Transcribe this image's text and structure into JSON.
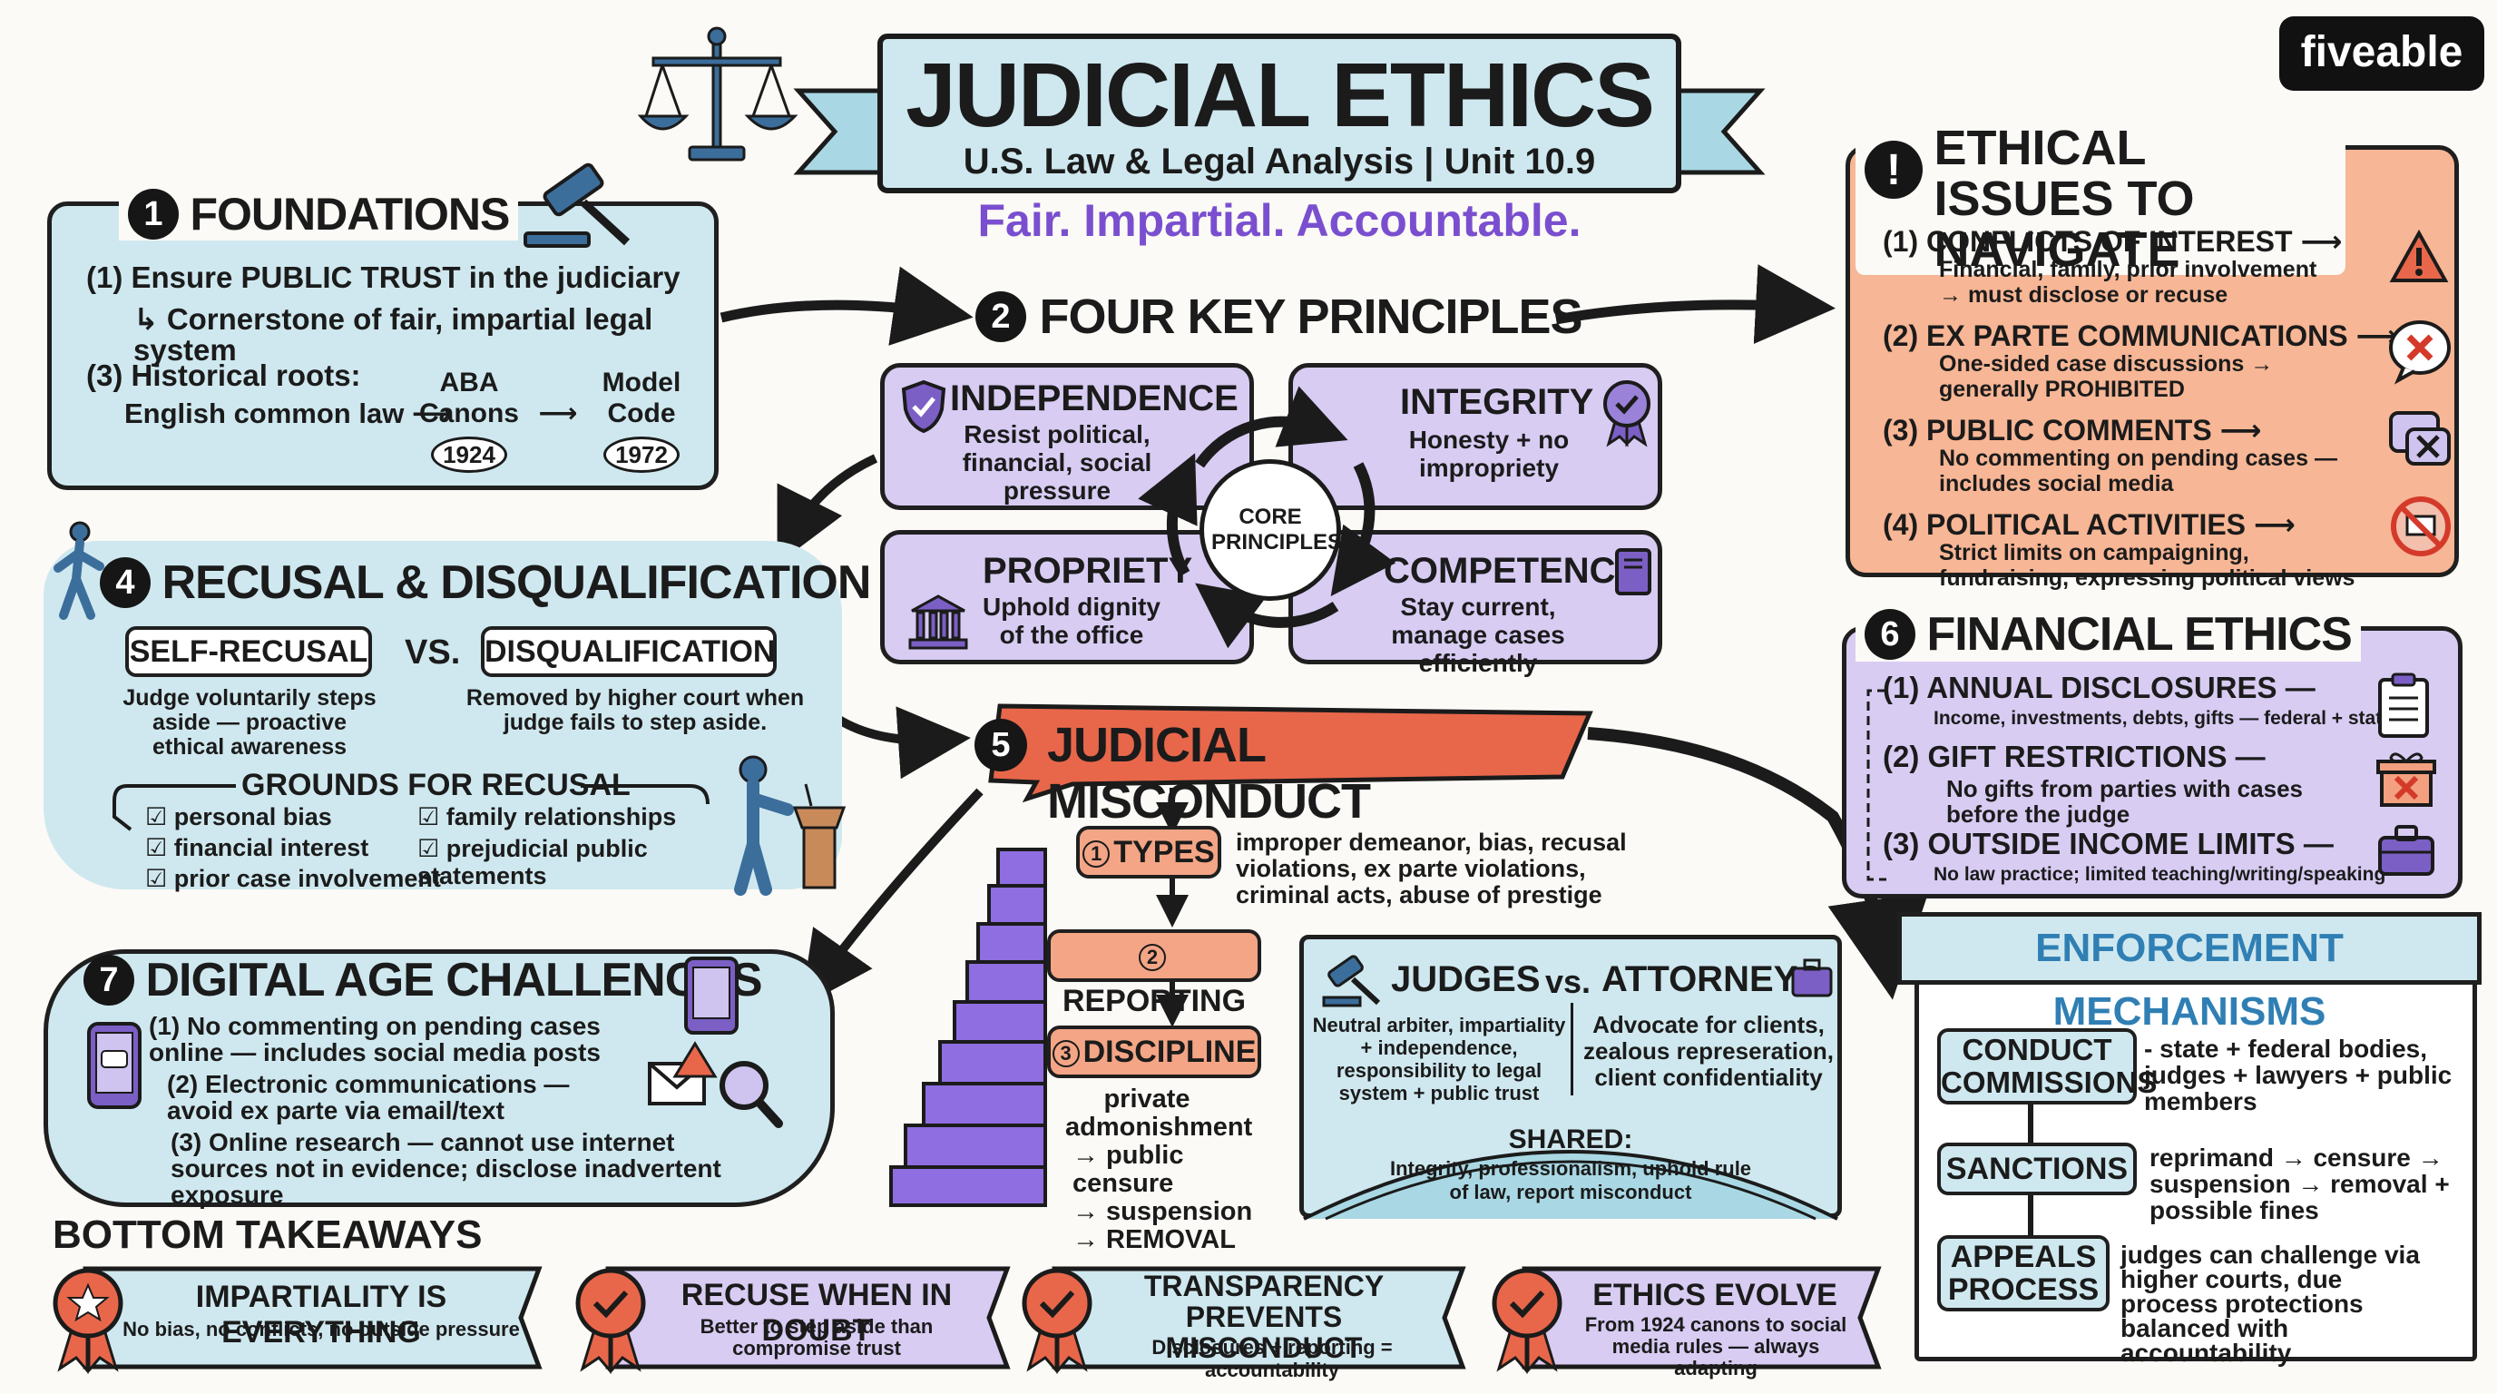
{
  "header": {
    "title": "JUDICIAL ETHICS",
    "subtitle": "U.S. Law & Legal Analysis | Unit 10.9",
    "tagline": "Fair. Impartial. Accountable.",
    "logo": "fiveable"
  },
  "foundations": {
    "num": "1",
    "title": "FOUNDATIONS",
    "line1": "(1) Ensure PUBLIC TRUST in the judiciary",
    "line2": "↳ Cornerstone of fair, impartial legal system",
    "line3": "(3) Historical roots:",
    "line4": "English common law ⟶",
    "aba": "ABA",
    "canons": "Canons",
    "arrow": "⟶",
    "model": "Model",
    "code": "Code",
    "y1": "1924",
    "y2": "1972"
  },
  "principles": {
    "num": "2",
    "title": "FOUR KEY PRINCIPLES",
    "core": "CORE PRINCIPLES",
    "independence_title": "INDEPENDENCE",
    "independence_text": "Resist political, financial, social pressure",
    "integrity_title": "INTEGRITY",
    "integrity_text": "Honesty + no impropriety",
    "propriety_title": "PROPRIETY",
    "propriety_text": "Uphold dignity of the office",
    "competence_title": "COMPETENCE",
    "competence_text": "Stay current, manage cases efficiently"
  },
  "issues": {
    "title": "ETHICAL ISSUES TO NAVIGATE",
    "items": [
      {
        "head": "(1) CONFLICTS OF INTEREST ⟶",
        "body": "Financial, family, prior involvement → must disclose or recuse"
      },
      {
        "head": "(2) EX PARTE COMMUNICATIONS ⟶",
        "body": "One-sided case discussions → generally PROHIBITED"
      },
      {
        "head": "(3) PUBLIC COMMENTS ⟶",
        "body": "No commenting on pending cases — includes social media"
      },
      {
        "head": "(4) POLITICAL ACTIVITIES ⟶",
        "body": "Strict limits on campaigning, fundraising, expressing political views"
      }
    ]
  },
  "recusal": {
    "num": "4",
    "title": "RECUSAL & DISQUALIFICATION",
    "self": "SELF-RECUSAL",
    "vs": "VS.",
    "disq": "DISQUALIFICATION",
    "self_text": "Judge voluntarily steps aside — proactive ethical awareness",
    "disq_text": "Removed by higher court when judge fails to step aside.",
    "grounds_title": "GROUNDS FOR RECUSAL",
    "grounds": [
      "personal bias",
      "financial interest",
      "prior case involvement",
      "family relationships",
      "prejudicial public statements"
    ]
  },
  "misconduct": {
    "num": "5",
    "title": "JUDICIAL MISCONDUCT",
    "types_label": "TYPES",
    "types_num": "1",
    "types_text": "improper demeanor, bias, recusal violations, ex parte violations, criminal acts, abuse of prestige",
    "reporting_label": "REPORTING",
    "reporting_num": "2",
    "discipline_label": "DISCIPLINE",
    "discipline_num": "3",
    "discipline_text": [
      "private admonishment",
      "→ public censure",
      "→ suspension",
      "→ REMOVAL"
    ]
  },
  "financial": {
    "num": "6",
    "title": "FINANCIAL ETHICS",
    "items": [
      {
        "head": "(1) ANNUAL DISCLOSURES —",
        "body": "Income, investments, debts, gifts — federal + state"
      },
      {
        "head": "(2) GIFT RESTRICTIONS —",
        "body": "No gifts from parties with cases before the judge"
      },
      {
        "head": "(3) OUTSIDE INCOME LIMITS —",
        "body": "No law practice; limited teaching/writing/speaking"
      }
    ]
  },
  "digital": {
    "num": "7",
    "title": "DIGITAL AGE CHALLENGES",
    "items": [
      "(1) No commenting on pending cases online — includes social media posts",
      "(2) Electronic communications — avoid ex parte via email/text",
      "(3) Online research — cannot use internet sources not in evidence; disclose inadvertent exposure"
    ]
  },
  "compare": {
    "judges": "JUDGES",
    "vs": "vs.",
    "attorneys": "ATTORNEYS",
    "judges_text": "Neutral arbiter, impartiality + independence, responsibility to legal system + public trust",
    "attorneys_text": "Advocate for clients, zealous represeration, client confidentiality",
    "shared_title": "SHARED:",
    "shared_text": "Integrity, professionalism, uphold rule of law, report misconduct"
  },
  "enforcement": {
    "title": "ENFORCEMENT MECHANISMS",
    "rows": [
      {
        "label": "CONDUCT COMMISSIONS",
        "text": "- state + federal bodies, judges + lawyers + public members"
      },
      {
        "label": "SANCTIONS",
        "text": "reprimand → censure → suspension → removal + possible fines"
      },
      {
        "label": "APPEALS PROCESS",
        "text": "judges can challenge via higher courts, due process protections balanced with accountability"
      }
    ]
  },
  "takeaways": {
    "title": "BOTTOM TAKEAWAYS",
    "items": [
      {
        "head": "IMPARTIALITY IS EVERYTHING",
        "body": "No bias, no conflicts, no outside pressure"
      },
      {
        "head": "RECUSE WHEN IN DOUBT",
        "body": "Better to step aside than compromise trust"
      },
      {
        "head": "TRANSPARENCY PREVENTS MISCONDUCT",
        "body": "Disclosures + reporting = accountability"
      },
      {
        "head": "ETHICS EVOLVE",
        "body": "From 1924 canons to social media rules — always adapting"
      }
    ]
  },
  "colors": {
    "blue": "#cfe8ef",
    "purple": "#d8ccf3",
    "orange": "#f7b695",
    "red": "#e8674a",
    "ink": "#1b1b1b",
    "tagline": "#7a4fcf",
    "enforcement": "#2f7fb4"
  }
}
